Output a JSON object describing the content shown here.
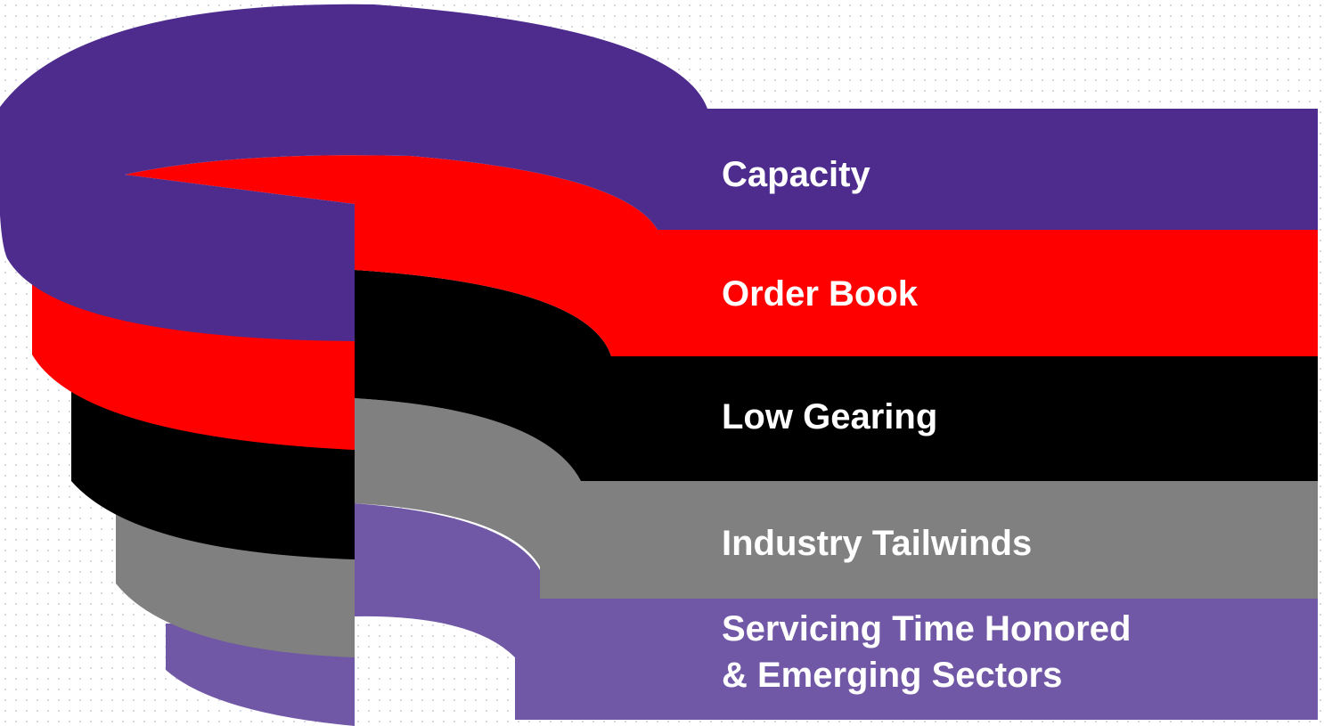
{
  "diagram": {
    "layers": [
      {
        "label": "Capacity",
        "color": "#4E2C8E"
      },
      {
        "label": "Order Book",
        "color": "#FF0000"
      },
      {
        "label": "Low Gearing",
        "color": "#000000"
      },
      {
        "label": "Industry Tailwinds",
        "color": "#808080"
      },
      {
        "label_line1": "Servicing Time Honored",
        "label_line2": "& Emerging Sectors",
        "color": "#7158A6"
      }
    ]
  }
}
